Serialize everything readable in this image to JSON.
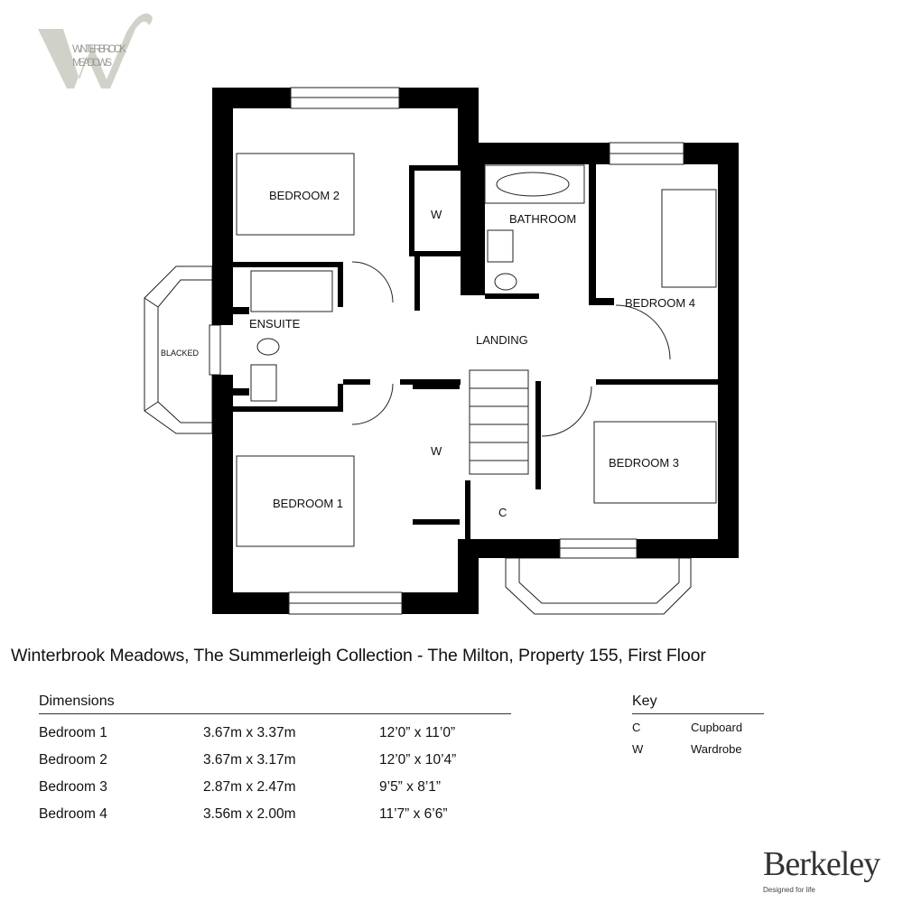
{
  "logo": {
    "brand": "WINTERBROOK MEADOWS",
    "line1": "WINTERBROOK",
    "line2": "MEADOWS"
  },
  "rooms": {
    "bedroom1": "BEDROOM 1",
    "bedroom2": "BEDROOM 2",
    "bedroom3": "BEDROOM 3",
    "bedroom4": "BEDROOM 4",
    "ensuite": "ENSUITE",
    "bathroom": "BATHROOM",
    "landing": "LANDING",
    "blacked": "BLACKED",
    "wardrobe1": "W",
    "wardrobe2": "W",
    "cupboard": "C"
  },
  "title": "Winterbrook Meadows, The Summerleigh Collection - The Milton, Property 155, First Floor",
  "dimensions": {
    "heading": "Dimensions",
    "rows": [
      {
        "room": "Bedroom 1",
        "metric": "3.67m x 3.37m",
        "imperial": "12’0” x 11’0”"
      },
      {
        "room": "Bedroom 2",
        "metric": "3.67m x 3.17m",
        "imperial": "12’0” x 10’4”"
      },
      {
        "room": "Bedroom 3",
        "metric": "2.87m x 2.47m",
        "imperial": "9’5” x 8’1”"
      },
      {
        "room": "Bedroom 4",
        "metric": "3.56m x 2.00m",
        "imperial": "11’7” x 6’6”"
      }
    ]
  },
  "key": {
    "heading": "Key",
    "items": [
      {
        "code": "C",
        "meaning": "Cupboard"
      },
      {
        "code": "W",
        "meaning": "Wardrobe"
      }
    ]
  },
  "footer_logo": {
    "name": "Berkeley",
    "tagline": "Designed for life"
  },
  "colors": {
    "wall": "#000000",
    "logo_grey": "#c9cbc3"
  }
}
